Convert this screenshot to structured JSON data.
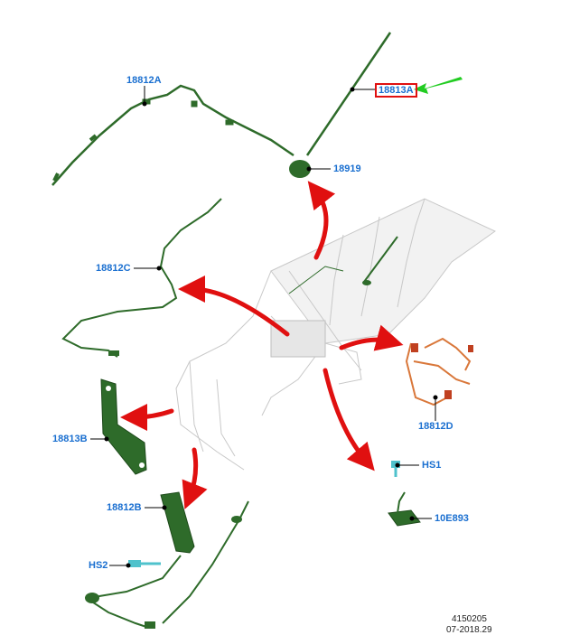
{
  "labels": {
    "l18812A": "18812A",
    "l18813A": "18813A",
    "l18919": "18919",
    "l18812C": "18812C",
    "l18812D": "18812D",
    "l18813B": "18813B",
    "lHS1": "HS1",
    "l18812B": "18812B",
    "l10E893": "10E893",
    "lHS2": "HS2"
  },
  "footer": {
    "drawing_number": "4150205",
    "date": "07-2018.29"
  },
  "colors": {
    "label_blue": "#1a6fd0",
    "callout_red": "#e01010",
    "pointer_green": "#22cc22",
    "part_green": "#2e6b2a",
    "harness_orange": "#d9773a"
  }
}
